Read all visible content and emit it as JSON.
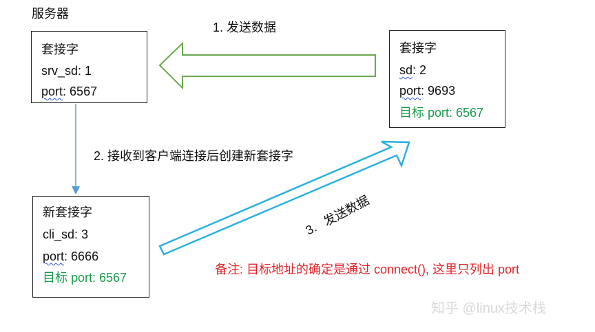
{
  "server_label": "服务器",
  "server_box": {
    "title": "套接字",
    "fd_key": "srv_sd",
    "fd_sep": ": ",
    "fd_value": "1",
    "port_key": "port",
    "port_sep": ": ",
    "port_value": "6567"
  },
  "client_box": {
    "title": "套接字",
    "fd_key": "sd",
    "fd_sep": ": ",
    "fd_value": "2",
    "port_key": "port",
    "port_sep": ": ",
    "port_value": "9693",
    "target": "目标 port: 6567"
  },
  "new_box": {
    "title": "新套接字",
    "fd_key": "cli_sd",
    "fd_sep": ": ",
    "fd_value": "3",
    "port_key": "port",
    "port_sep": ": ",
    "port_value": "6666",
    "target": "目标 port: 6567"
  },
  "step1": "1.  发送数据",
  "step2": "2.  接收到客户端连接后创建新套接字",
  "step3_num": "3.",
  "step3_text": "发送数据",
  "note": "备注:  目标地址的确定是通过 connect(),  这里只列出 port",
  "watermark": "知乎 @linux技术栈",
  "colors": {
    "green_arrow": "#6aa84f",
    "blue_arrow": "#2ab0e0",
    "down_arrow": "#5b9bd5",
    "green_text": "#1a9b4b",
    "note_red": "#e0262b"
  }
}
